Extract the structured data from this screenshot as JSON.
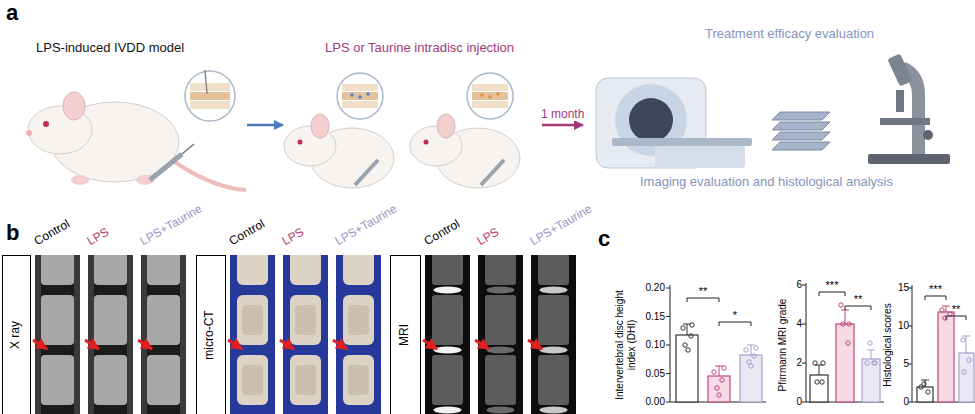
{
  "diagram": {
    "nodes": [
      {
        "text": [
          "LPS-induced IVDD model"
        ]
      },
      {
        "text": [
          "LPS or Taurine intradisc injection"
        ]
      },
      {
        "text": [
          "Treatment efficacy evaluation",
          "Imaging evaluation and histological analysis"
        ]
      }
    ],
    "edges": [
      {
        "from": 0,
        "to": 1,
        "arrow": "to"
      },
      {
        "from": 1,
        "to": 2,
        "label": "1 month",
        "arrow": "to"
      }
    ],
    "labels": [
      "a",
      "b",
      "Control",
      "LPS",
      "LPS+Taurine",
      "Control",
      "LPS",
      "LPS+Taurine",
      "Control",
      "LPS",
      "LPS+Taurine",
      "X ray",
      "micro-CT",
      "MRI",
      "c",
      "Intervertebral disc height index (DHI)",
      "0.20",
      "0.15",
      "0.10",
      "0.05",
      "0.00",
      "**",
      "*",
      "Pfirrmann MRI grade",
      "6",
      "4",
      "2",
      "0",
      "***",
      "**",
      "Histological scores",
      "15",
      "10",
      "5",
      "0",
      "***",
      "**"
    ]
  }
}
